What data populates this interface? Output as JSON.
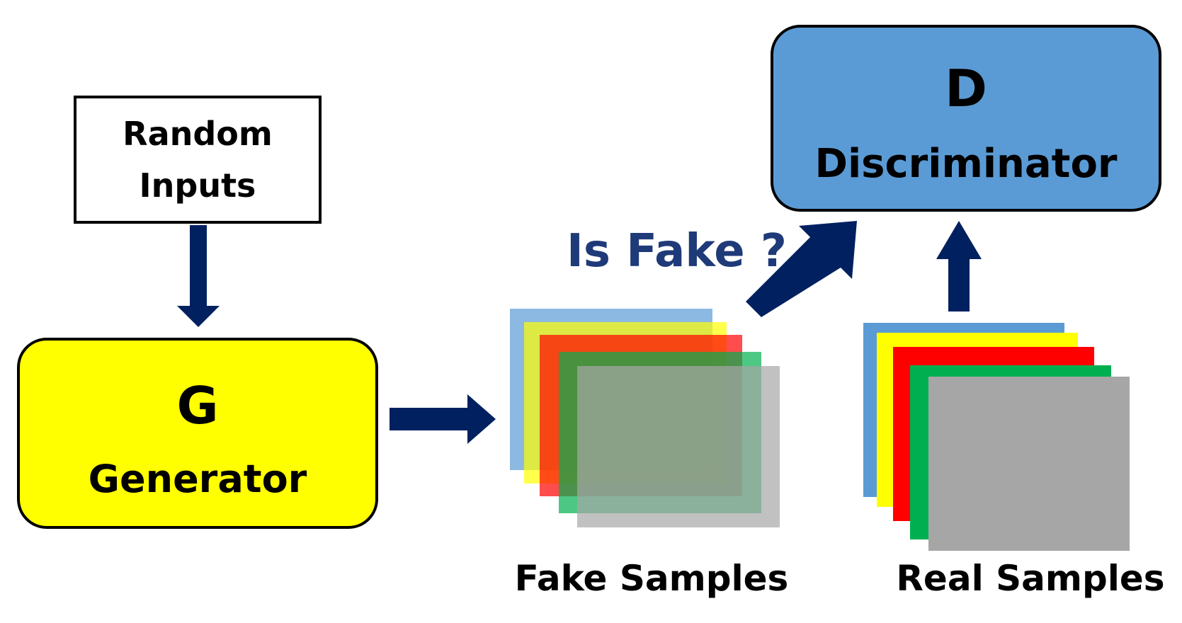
{
  "nodes": {
    "random_inputs": {
      "line1": "Random",
      "line2": "Inputs"
    },
    "generator": {
      "letter": "G",
      "label": "Generator",
      "fill": "#FFFF00"
    },
    "discriminator": {
      "letter": "D",
      "label": "Discriminator",
      "fill": "#5B9BD5"
    }
  },
  "question": "Is Fake ?",
  "samples": {
    "fake_label": "Fake Samples",
    "real_label": "Real Samples"
  },
  "colors": {
    "arrow": "#002060",
    "question": "#1F3A78",
    "sample_blue": "#5B9BD5",
    "sample_yellow": "#FFFF00",
    "sample_red": "#FF0000",
    "sample_green": "#00B050",
    "sample_gray": "#A6A6A6"
  }
}
